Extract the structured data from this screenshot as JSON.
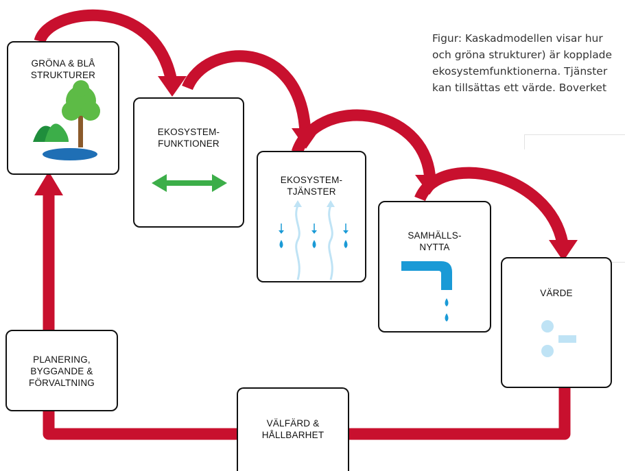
{
  "caption": {
    "lines": [
      "Figur: Kaskadmodellen visar hur",
      "och gröna strukturer) är kopplade",
      "ekosystemfunktionerna. Tjänster",
      "kan tillsättas ett värde. Boverket"
    ]
  },
  "boxes": {
    "grona": "GRÖNA & BLÅ\nSTRUKTURER",
    "ekofunk": "EKOSYSTEM-\nFUNKTIONER",
    "ekotjanst": "EKOSYSTEM-\nTJÄNSTER",
    "samhall": "SAMHÄLLS-\nNYTTA",
    "varde": "VÄRDE",
    "planering": "PLANERING,\nBYGGANDE &\nFÖRVALTNING",
    "valfard": "VÄLFÄRD &\nHÅLLBARHET"
  },
  "colors": {
    "arrow": "#c8102e",
    "icon_blue": "#1a9ad6",
    "icon_light_blue": "#bfe3f5",
    "icon_green": "#3cae49",
    "tree_green": "#5dbb46",
    "water": "#1f6fb5"
  },
  "icons": {
    "grona": "tree-hills-pond-icon",
    "ekofunk": "double-arrow-icon",
    "ekotjanst": "evaporation-rain-icon",
    "samhall": "water-tap-icon",
    "varde": "division-symbol-icon"
  }
}
